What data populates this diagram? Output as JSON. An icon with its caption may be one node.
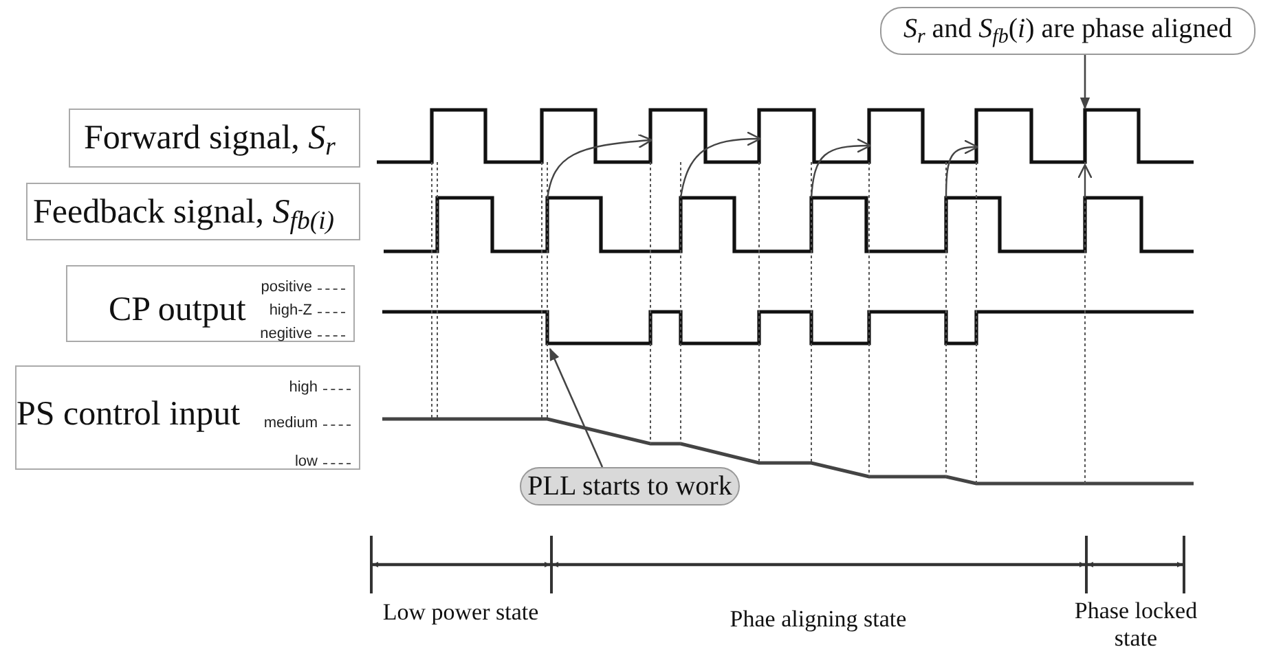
{
  "diagram": {
    "nodes": [
      {
        "text": [
          "Forward signal, *S*$_{r}$"
        ]
      },
      {
        "text": [
          "Feedback signal, *S*$_{fb(i)}$"
        ]
      },
      {
        "text": [
          "CP output",
          "positive",
          "high-Z",
          "negitive"
        ]
      },
      {
        "text": [
          "PS control input",
          "high",
          "medium",
          "low"
        ]
      },
      {
        "text": [
          "*S*$_{r}$ and *S*$_{fb}$(*i*)  are phase aligned"
        ]
      },
      {
        "text": [
          "PLL starts to work"
        ]
      }
    ],
    "edges": [
      {
        "from": 4,
        "to": null,
        "arrow": "to"
      },
      {
        "from": 5,
        "to": null,
        "arrow": "to"
      }
    ],
    "labels": [
      "Low power state",
      "Phae aligning state",
      "Phase locked state"
    ]
  }
}
